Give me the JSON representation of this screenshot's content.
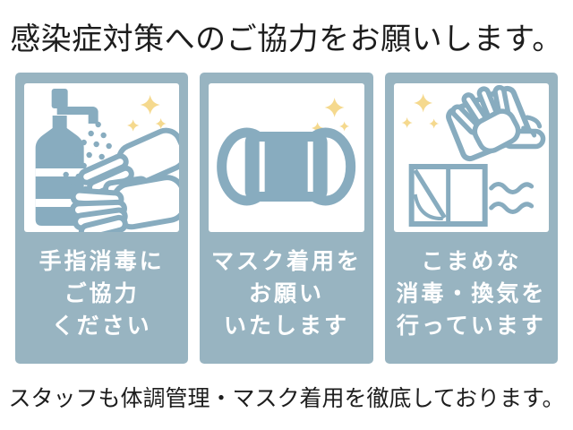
{
  "title": "感染症対策へのご協力をお願いします。",
  "footer": "スタッフも体調管理・マスク着用を徹底しております。",
  "colors": {
    "panel_background": "#98b4c1",
    "icon_blue": "#88acbf",
    "sparkle_yellow": "#f5d98e",
    "text_dark": "#1d1d1d",
    "caption_white": "#ffffff"
  },
  "panels": [
    {
      "name": "hand-sanitizing",
      "icon": "sanitizer-spray-on-hands-icon",
      "lines": [
        "手指消毒に",
        "ご協力",
        "ください"
      ]
    },
    {
      "name": "mask-wearing",
      "icon": "face-mask-icon",
      "lines": [
        "マスク着用を",
        "お願い",
        "いたします"
      ]
    },
    {
      "name": "disinfection-ventilation",
      "icon": "wiping-and-window-ventilation-icon",
      "lines": [
        "こまめな",
        "消毒・換気を",
        "行っています"
      ]
    }
  ]
}
